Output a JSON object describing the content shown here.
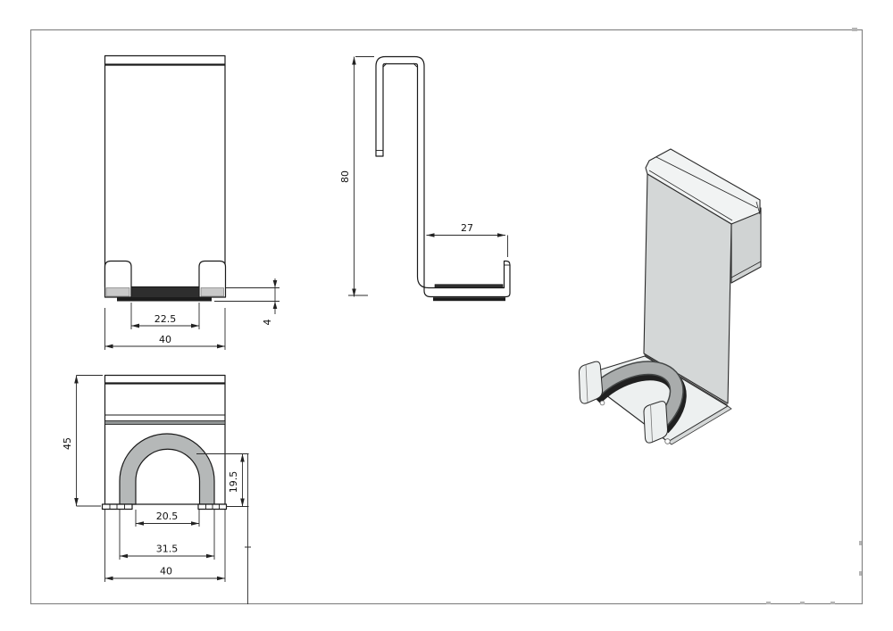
{
  "dimensions": {
    "front_view": {
      "inner_width": "22.5",
      "overall_width": "40",
      "pad_thickness": "4"
    },
    "side_view": {
      "height": "80",
      "leg_length": "27"
    },
    "bottom_view": {
      "height": "45",
      "arch_depth": "19.5",
      "arch_inner_width": "20.5",
      "arch_outer_width": "31.5",
      "overall_width": "40"
    }
  },
  "colors": {
    "line": "#1a1a1a",
    "frame_border": "#858585",
    "metal_light": "#d4d7d7",
    "rubber_pad_dark": "#2e2e2e",
    "arch_gray": "#b5b8b8"
  }
}
